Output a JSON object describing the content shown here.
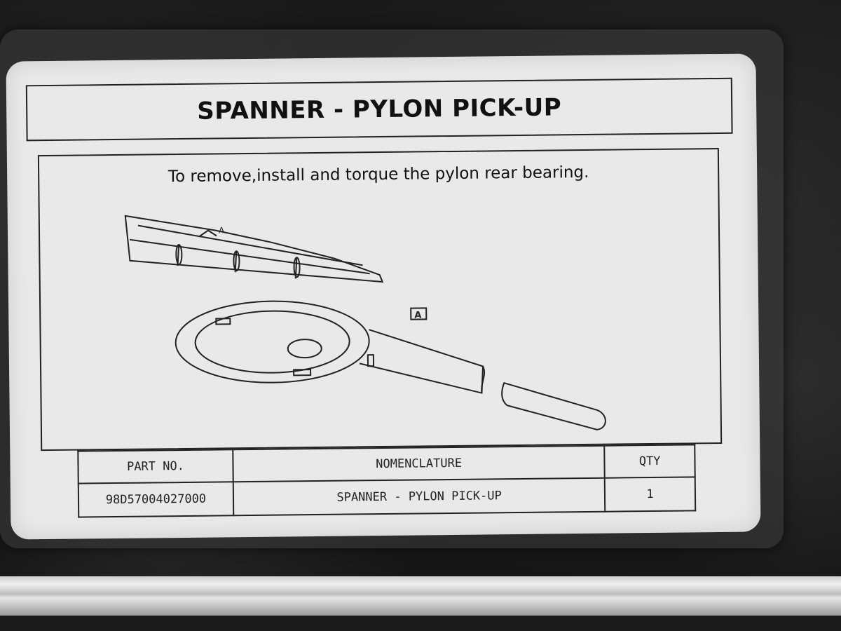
{
  "placard": {
    "title": "SPANNER - PYLON PICK-UP",
    "purpose": "To remove,install and torque the pylon rear bearing.",
    "figure": {
      "view_label": "A",
      "view_callout": "A"
    },
    "table": {
      "headers": {
        "part_no": "PART NO.",
        "nomenclature": "NOMENCLATURE",
        "qty": "QTY"
      },
      "rows": [
        {
          "part_no": "98D57004027000",
          "nomenclature": "SPANNER - PYLON PICK-UP",
          "qty": "1"
        }
      ]
    }
  }
}
